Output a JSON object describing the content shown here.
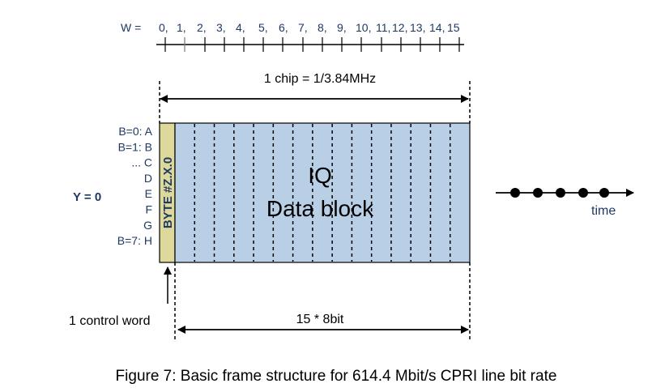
{
  "w_axis": {
    "label": "W =",
    "ticks": [
      "0,",
      "1,",
      "2,",
      "3,",
      "4,",
      "5,",
      "6,",
      "7,",
      "8,",
      "9,",
      "10,",
      "11,",
      "12,",
      "13,",
      "14,",
      "15"
    ]
  },
  "chip_label": "1 chip = 1/3.84MHz",
  "bit_labels": [
    "B=0: A",
    "B=1: B",
    "...  C",
    "D",
    "E",
    "F",
    "G",
    "B=7: H"
  ],
  "y_label": "Y = 0",
  "control_byte_label": "BYTE #Z.X.0",
  "data_block": {
    "line1": "IQ",
    "line2": "Data block",
    "byte_columns": 15
  },
  "time_label": "time",
  "control_word_label": "1 control word",
  "data_width_label": "15 * 8bit",
  "caption": "Figure 7: Basic frame structure for 614.4 Mbit/s CPRI line bit rate",
  "colors": {
    "control_fill": "#dcd99b",
    "data_fill": "#b8cfe6",
    "label_blue": "#1f3864"
  }
}
